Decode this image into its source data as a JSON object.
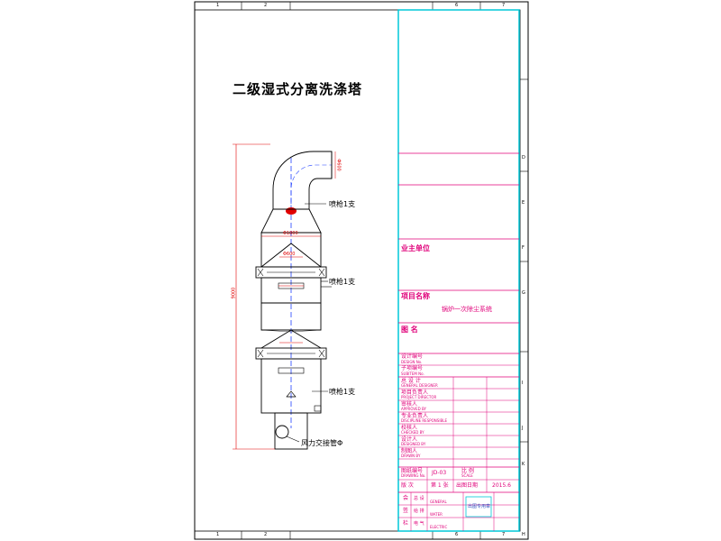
{
  "drawing": {
    "title": "二级湿式分离洗涤塔",
    "notes": {
      "spray_top": "喷枪1支",
      "spray_mid": "喷枪1支",
      "spray_low": "喷枪1支",
      "inlet": "风力交接管Φ"
    },
    "border_ticks": {
      "top": [
        "1",
        "2",
        "6",
        "7"
      ],
      "bottom": [
        "1",
        "2",
        "6",
        "7"
      ],
      "right": [
        "D",
        "E",
        "F",
        "G",
        "I",
        "J",
        "K",
        "H"
      ]
    },
    "title_block": {
      "client_label": "业主单位",
      "project_label": "项目名称",
      "project_name": "锅炉一次除尘系统",
      "drawing_label": "图    名",
      "drawing_no_label": "设计编号",
      "drawing_no_sub": "DESIGN No.",
      "sub_no_label": "子项编号",
      "sub_no_sub": "SUBITEM No.",
      "roles": [
        {
          "cn": "总 设 计",
          "en": "GENERAL DESIGNER"
        },
        {
          "cn": "项目负责人",
          "en": "PROJECT DIRECTOR"
        },
        {
          "cn": "审核人",
          "en": "APPROVED BY"
        },
        {
          "cn": "专业负责人",
          "en": "DISCIPLINE RESPONSIBLE"
        },
        {
          "cn": "校核人",
          "en": "CHECKED BY"
        },
        {
          "cn": "设计人",
          "en": "DESIGNED BY"
        },
        {
          "cn": "制图人",
          "en": "DRAWN BY"
        }
      ],
      "drawing_num_label": "图纸编号",
      "drawing_num_sub": "DRAWING No.",
      "drawing_num_value": "JD-03",
      "scale_label": "比 例",
      "scale_sub": "SCALE",
      "version_label": "版 次",
      "sheet_label": "第 1 张",
      "issue_date_label": "出图日期",
      "issue_date_value": "2015.6",
      "sign_rows": [
        {
          "a": "会",
          "b": "总 设",
          "c": "GENERAL"
        },
        {
          "a": "签",
          "b": "给 排",
          "c": "WATER"
        },
        {
          "a": "栏",
          "b": "电 气",
          "c": "ELECTRIC"
        }
      ],
      "stamp_text": "出图专用章"
    },
    "dimensions": {
      "overall_height": "9000",
      "top_width": "Φ1800",
      "elbow": "Φ600",
      "pipe": "Φ600"
    }
  }
}
